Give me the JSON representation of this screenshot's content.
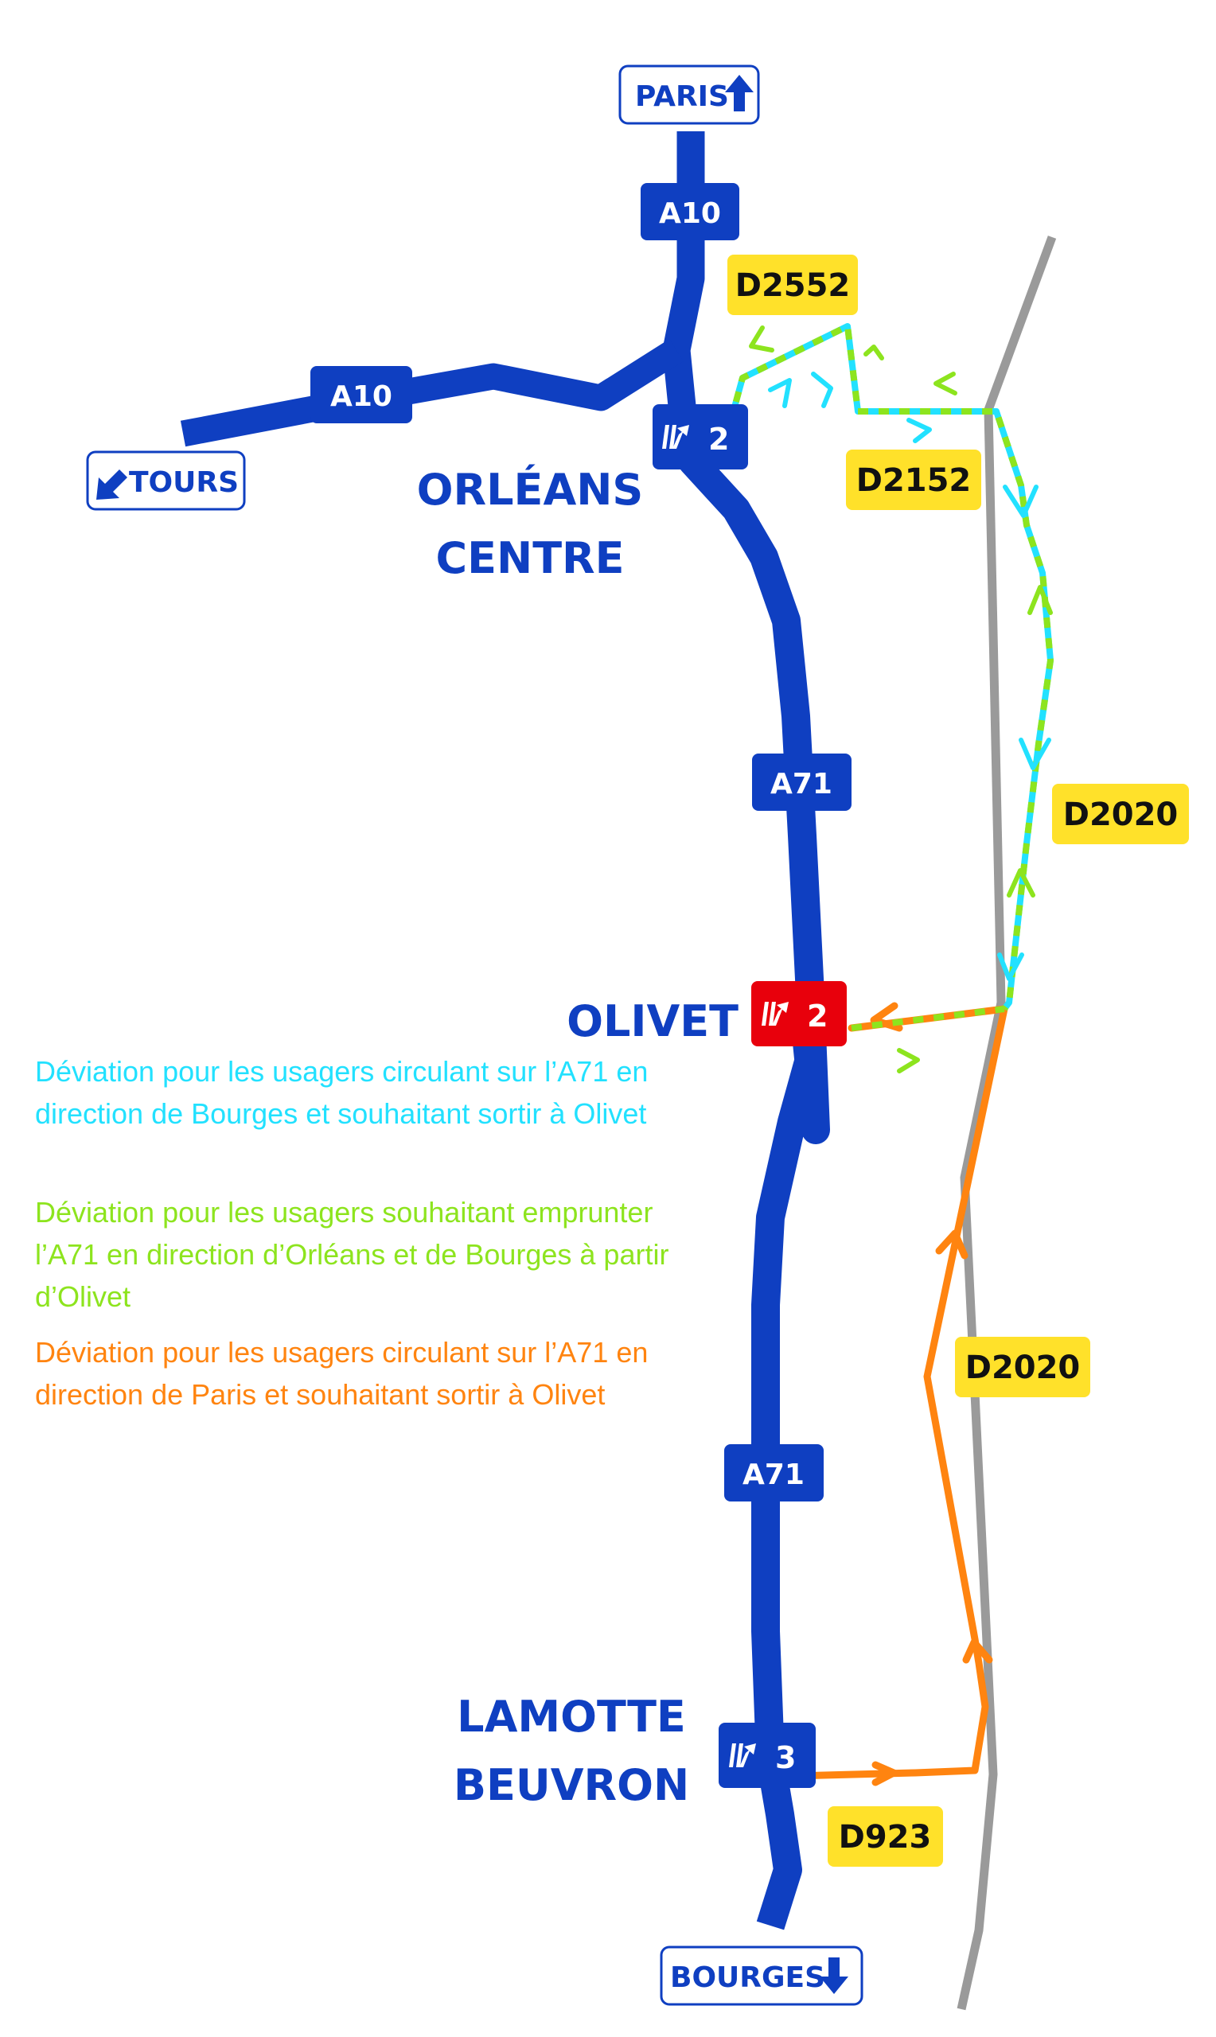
{
  "colors": {
    "motorway": "#0f3fc1",
    "motorway_label": "#0f3fc1",
    "closed_exit": "#e8000c",
    "detour_cyan": "#22e1ff",
    "detour_green": "#8de41e",
    "detour_orange": "#ff8410",
    "dept_road_bg": "#ffe12a",
    "secondary_road": "#9a9a9a",
    "sign_border": "#0f3fc1"
  },
  "signs": {
    "paris": "PARIS",
    "tours": "TOURS",
    "bourges": "BOURGES"
  },
  "motorway_labels": {
    "a10_north": "A10",
    "a10_west": "A10",
    "a71_upper": "A71",
    "a71_lower": "A71"
  },
  "exits": {
    "orleans": {
      "number": "2",
      "name_line1": "ORLÉANS",
      "name_line2": "CENTRE",
      "closed": false,
      "icon": "exit-icon"
    },
    "olivet": {
      "number": "2",
      "name_line1": "OLIVET",
      "closed": true,
      "icon": "exit-icon"
    },
    "lamotte": {
      "number": "3",
      "name_line1": "LAMOTTE",
      "name_line2": "BEUVRON",
      "closed": false,
      "icon": "exit-icon"
    }
  },
  "dept_roads": {
    "d2552": "D2552",
    "d2152": "D2152",
    "d2020_upper": "D2020",
    "d2020_lower": "D2020",
    "d923": "D923"
  },
  "legend": {
    "cyan": "Déviation pour les usagers circulant sur l’A71 en direction de Bourges et souhaitant sortir à Olivet",
    "green": "Déviation pour les usagers souhaitant emprunter l’A71 en direction d’Orléans et de Bourges à partir d’Olivet",
    "orange": "Déviation pour les usagers circulant sur l’A71 en direction de Paris et souhaitant sortir à Olivet"
  }
}
